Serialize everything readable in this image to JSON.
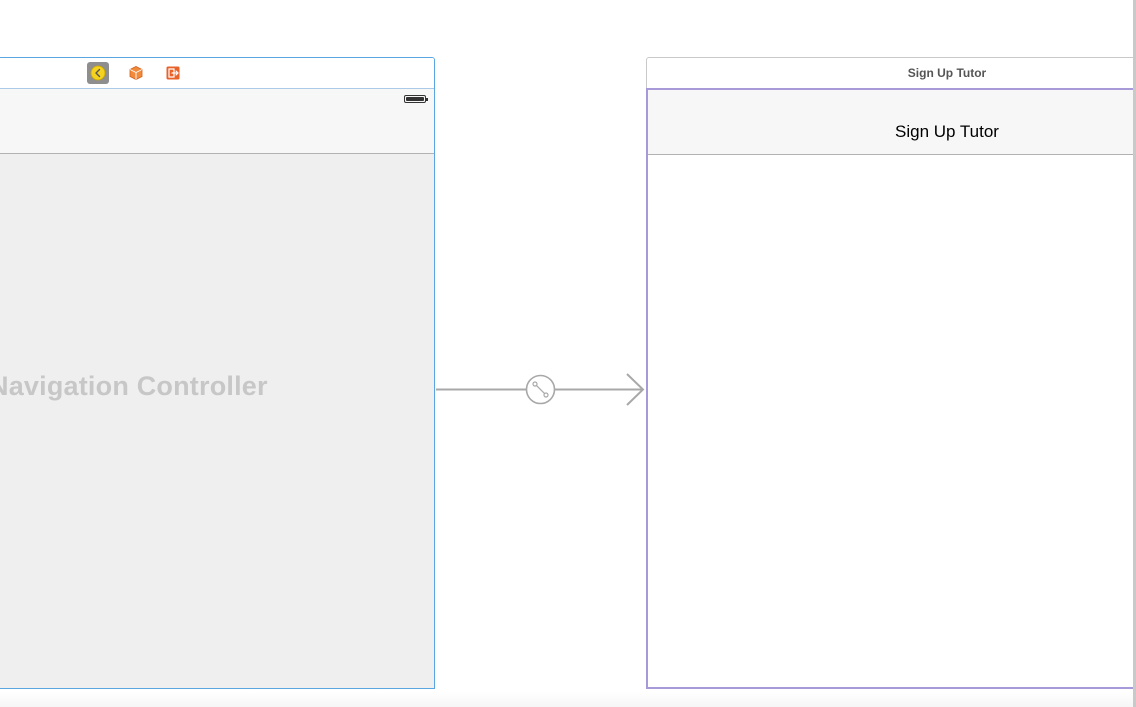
{
  "navigation_controller": {
    "body_label": "Navigation Controller",
    "dock_icons": [
      "view-controller-icon",
      "first-responder-icon",
      "exit-icon"
    ],
    "colors": {
      "selection_border": "#5aa6e2",
      "body_background": "#efefef",
      "label": "#c7c7c7"
    }
  },
  "segue": {
    "kind": "root-view-controller-relationship",
    "icon": "segue-link-icon",
    "color": "#a8a8a8"
  },
  "sign_up_tutor_scene": {
    "scene_title": "Sign Up Tutor",
    "nav_title": "Sign Up Tutor",
    "colors": {
      "selection_border": "#a89ad8"
    }
  }
}
